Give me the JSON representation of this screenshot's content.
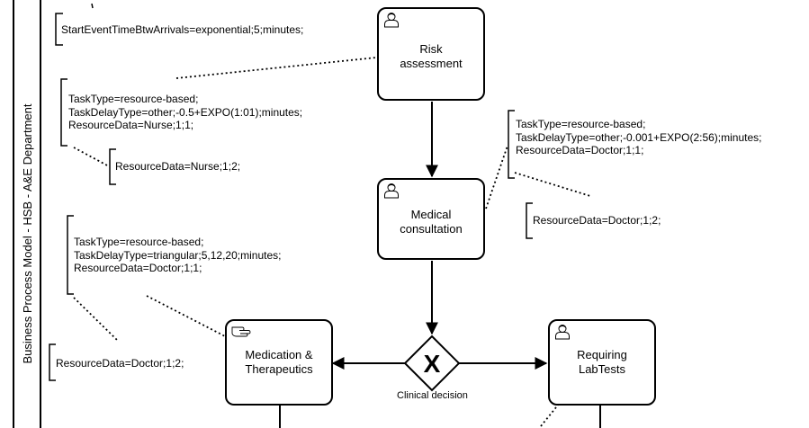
{
  "lane": {
    "label": "Business Process Model - HSB - A&E Department"
  },
  "tasks": {
    "risk": {
      "label": "Risk\nassessment",
      "icon": "user-icon"
    },
    "medical": {
      "label": "Medical\nconsultation",
      "icon": "user-icon"
    },
    "medication": {
      "label": "Medication &\nTherapeutics",
      "icon": "manual-hand-icon"
    },
    "labtests": {
      "label": "Requiring\nLabTests",
      "icon": "user-icon"
    }
  },
  "gateway": {
    "label": "Clinical decision",
    "type": "exclusive-gateway",
    "marker": "X"
  },
  "annotations": {
    "start": [
      "StartEventTimeBtwArrivals=exponential;5;minutes;"
    ],
    "risk_task": [
      "TaskType=resource-based;",
      "TaskDelayType=other;-0.5+EXPO(1:01);minutes;",
      "ResourceData=Nurse;1;1;"
    ],
    "risk_res": [
      "ResourceData=Nurse;1;2;"
    ],
    "medical_task": [
      "TaskType=resource-based;",
      "TaskDelayType=other;-0.001+EXPO(2:56);minutes;",
      "ResourceData=Doctor;1;1;"
    ],
    "medical_res": [
      "ResourceData=Doctor;1;2;"
    ],
    "medication_task": [
      "TaskType=resource-based;",
      "TaskDelayType=triangular;5,12,20;minutes;",
      "ResourceData=Doctor;1;1;"
    ],
    "medication_res": [
      "ResourceData=Doctor;1;2;"
    ]
  }
}
